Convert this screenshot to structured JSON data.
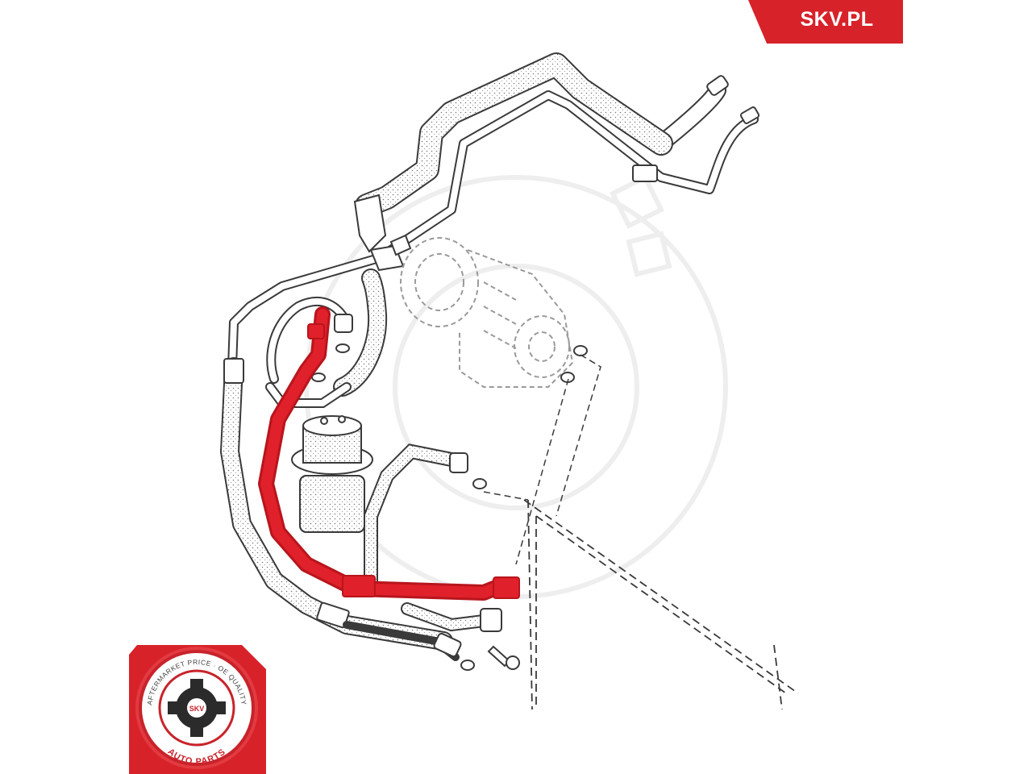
{
  "brand": {
    "site_label": "SKV.PL",
    "accent_color": "#d8222a"
  },
  "badge": {
    "logo_text": "SKV",
    "ring_text_top": "AFTERMARKET PRICE · OE QUALITY",
    "ring_text_bottom": "AUTO PARTS",
    "ring_color": "#c8232b"
  },
  "diagram": {
    "highlight_color": "#e0202a",
    "line_color": "#3a3a3a",
    "highlighted_part": "ac-refrigerant-hose"
  }
}
